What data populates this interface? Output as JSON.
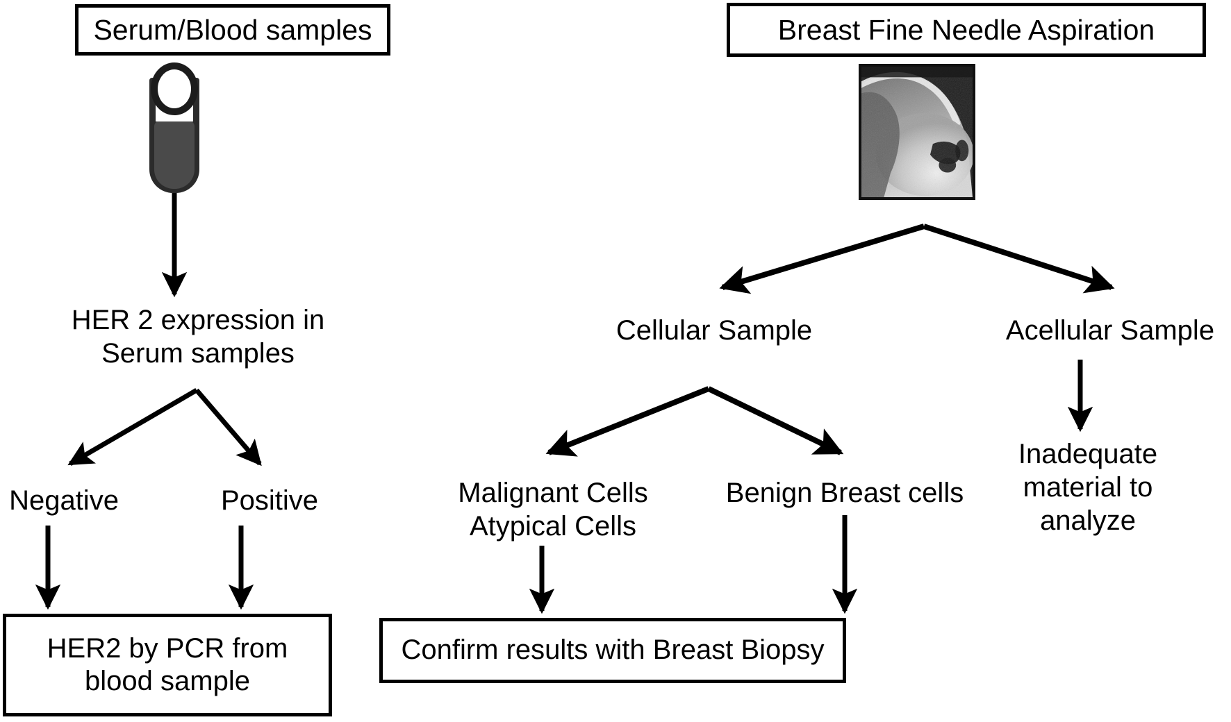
{
  "diagram": {
    "title": "Breast cancer diagnostic workflow flowchart",
    "background": "#ffffff",
    "ink": "#000000",
    "boxes": {
      "serum_blood_samples": "Serum/Blood samples",
      "breast_fna": "Breast Fine Needle Aspiration",
      "her2_by_pcr": "HER2 by PCR from\nblood sample",
      "confirm_biopsy": "Confirm results with Breast Biopsy"
    },
    "labels": {
      "her2_expression": "HER 2 expression in\nSerum samples",
      "negative": "Negative",
      "positive": "Positive",
      "cellular_sample": "Cellular Sample",
      "acellular_sample": "Acellular Sample",
      "malignant_atypical": "Malignant Cells\nAtypical Cells",
      "benign_breast_cells": "Benign Breast cells",
      "inadequate": "Inadequate\nmaterial to\nanalyze"
    },
    "graphics": {
      "test_tube": "test-tube-icon",
      "ultrasound": "ultrasound-image"
    },
    "edges": [
      {
        "from": "serum_blood_samples",
        "to": "her2_expression",
        "style": "straight-down-arrow"
      },
      {
        "from": "her2_expression",
        "to": "negative",
        "style": "branch-down-left-arrow"
      },
      {
        "from": "her2_expression",
        "to": "positive",
        "style": "branch-down-right-arrow"
      },
      {
        "from": "negative",
        "to": "her2_by_pcr",
        "style": "straight-down-arrow"
      },
      {
        "from": "positive",
        "to": "her2_by_pcr",
        "style": "straight-down-arrow"
      },
      {
        "from": "breast_fna",
        "to": "cellular_sample",
        "style": "branch-down-left-arrow"
      },
      {
        "from": "breast_fna",
        "to": "acellular_sample",
        "style": "branch-down-right-arrow"
      },
      {
        "from": "cellular_sample",
        "to": "malignant_atypical",
        "style": "branch-down-left-arrow"
      },
      {
        "from": "cellular_sample",
        "to": "benign_breast_cells",
        "style": "branch-down-right-arrow"
      },
      {
        "from": "acellular_sample",
        "to": "inadequate",
        "style": "straight-down-arrow"
      },
      {
        "from": "malignant_atypical",
        "to": "confirm_biopsy",
        "style": "straight-down-arrow"
      },
      {
        "from": "benign_breast_cells",
        "to": "confirm_biopsy",
        "style": "straight-down-arrow"
      }
    ]
  }
}
